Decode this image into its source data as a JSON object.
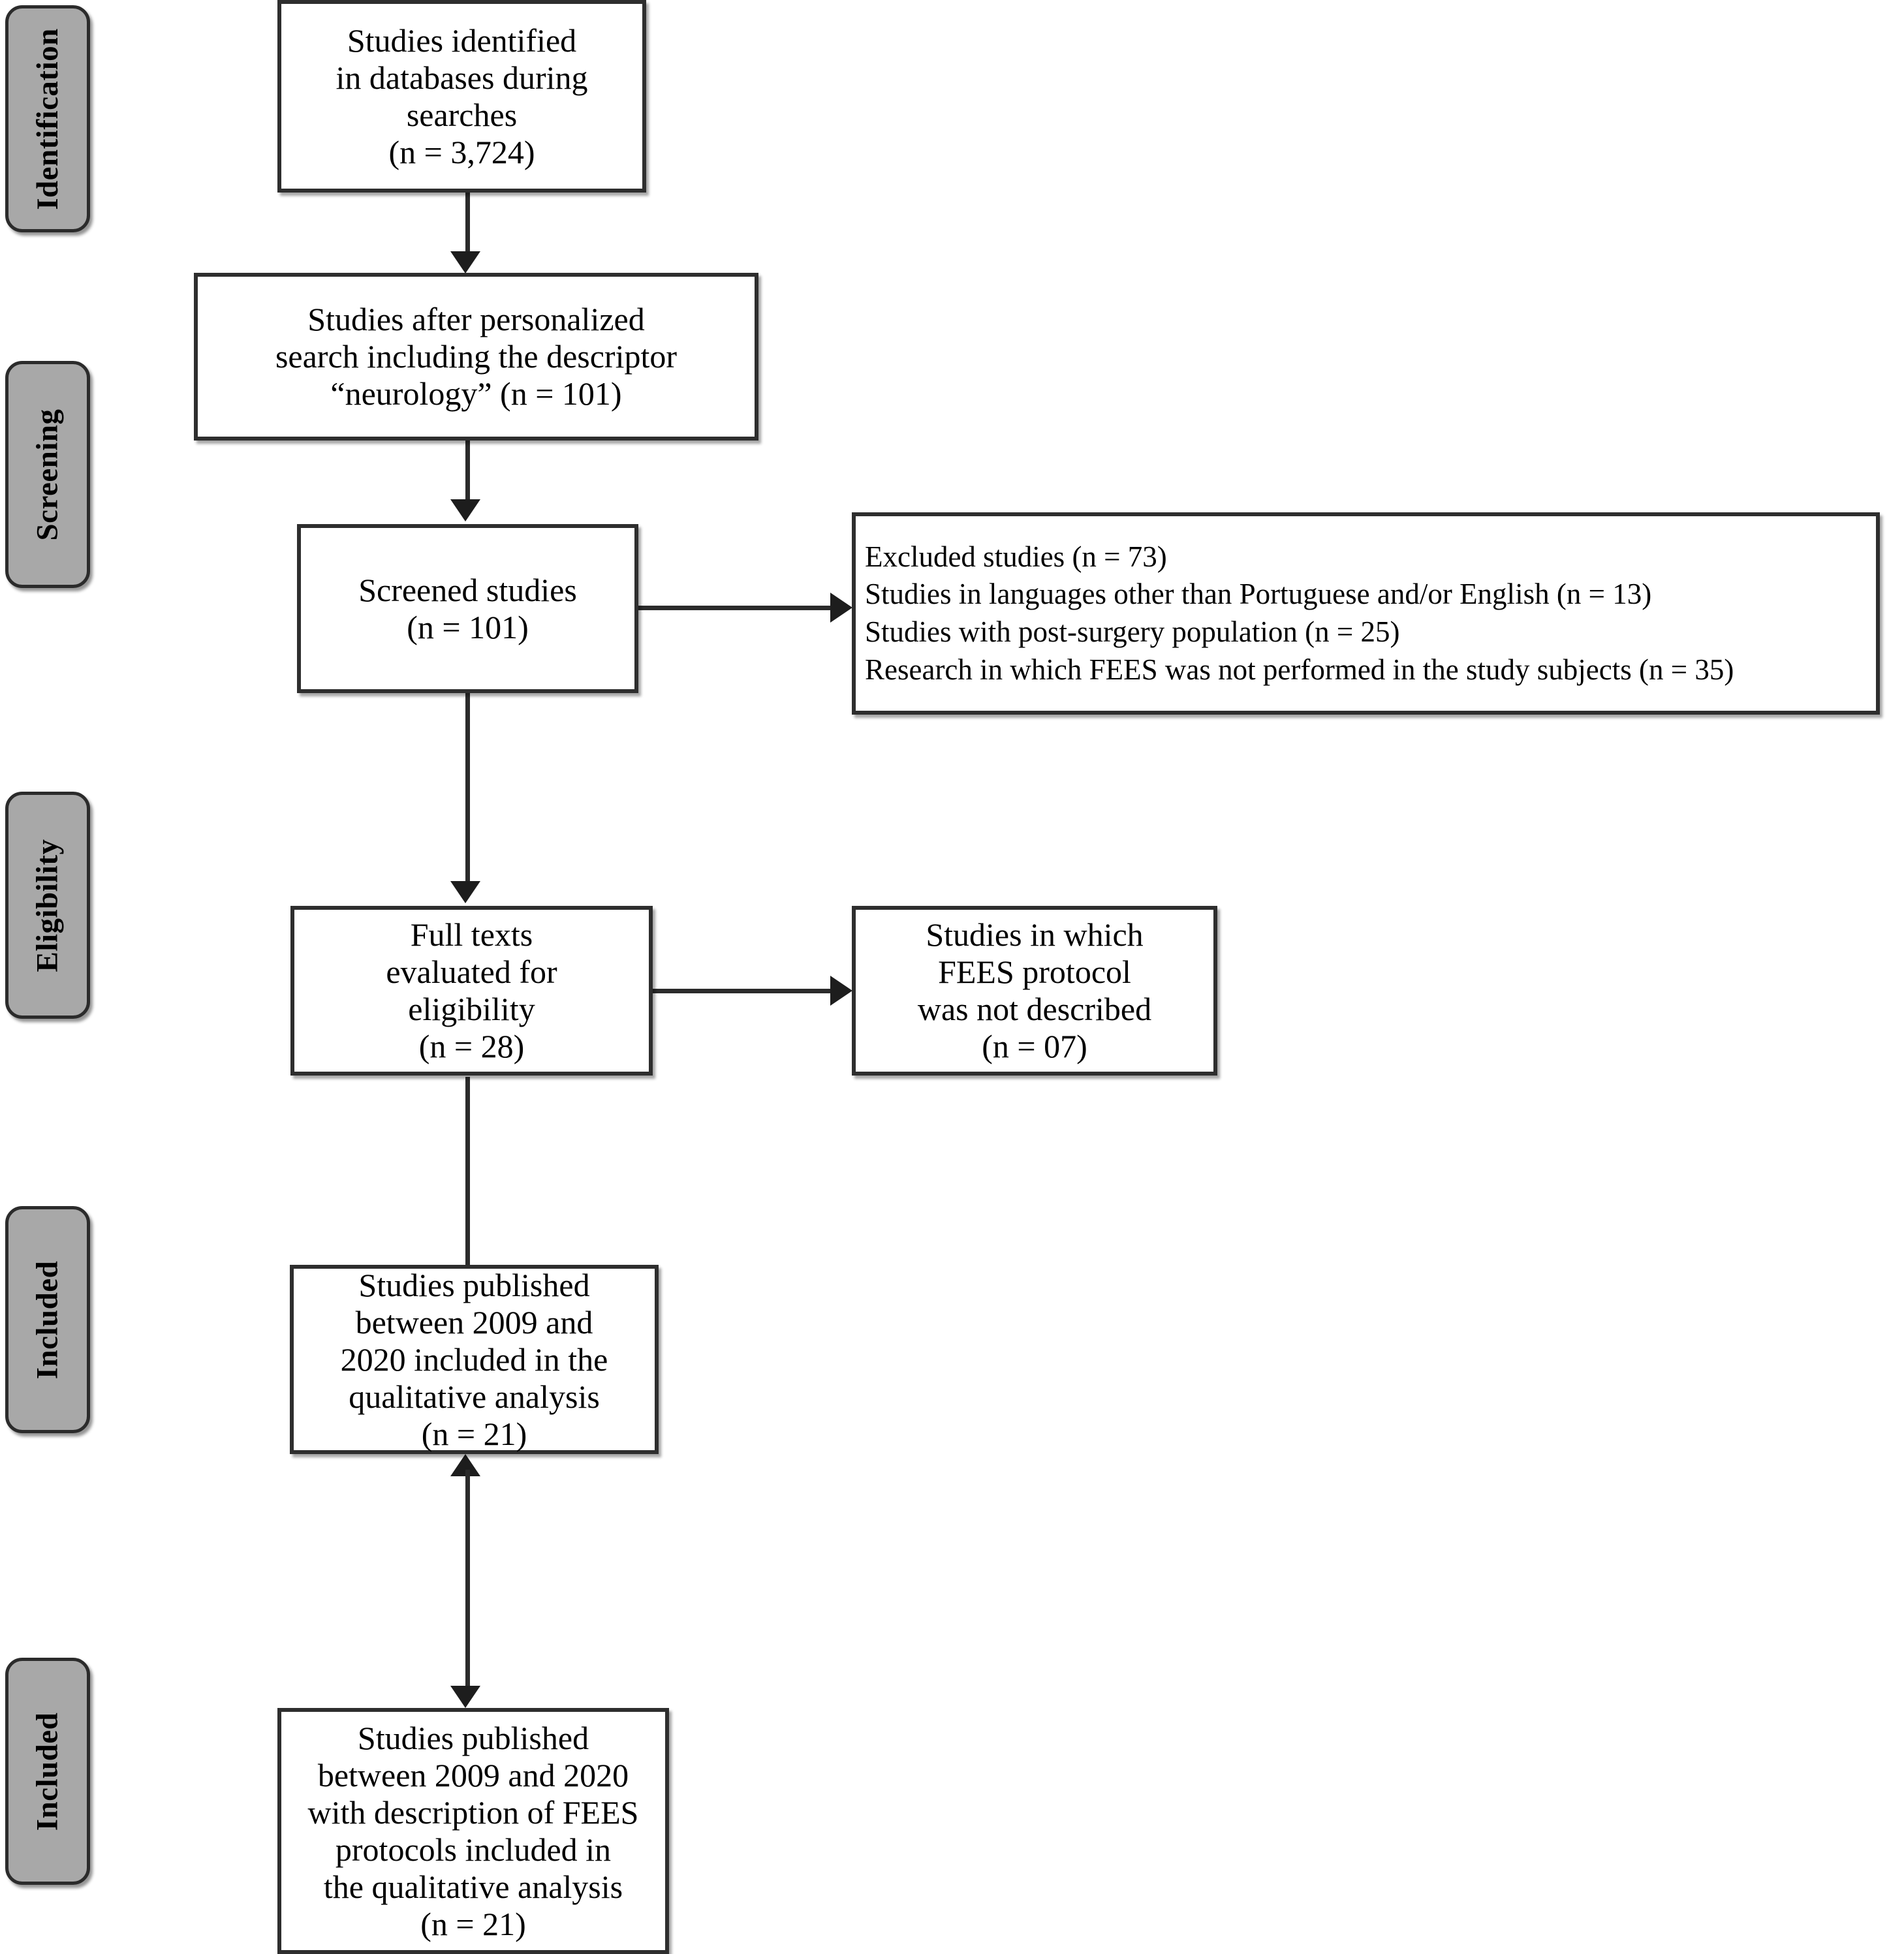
{
  "diagram": {
    "type": "prisma-flow-diagram",
    "title": "PRISMA study selection flow",
    "colors": {
      "stage_tab_fill": "#a8a8a8",
      "stage_tab_border": "#2b2b2b",
      "box_border": "#2e2e2e",
      "box_fill": "#ffffff",
      "connector": "#2b2b2b",
      "text": "#000000"
    }
  },
  "stages": [
    {
      "id": "identification",
      "label": "Identification"
    },
    {
      "id": "screening",
      "label": "Screening"
    },
    {
      "id": "eligibility",
      "label": "Eligibility"
    },
    {
      "id": "included-1",
      "label": "Included"
    },
    {
      "id": "included-2",
      "label": "Included"
    }
  ],
  "boxes": {
    "identified": {
      "id": "studies-identified",
      "text": "Studies identified\nin databases during\nsearches\n(n = 3,724)",
      "n": 3724
    },
    "personalized_search": {
      "id": "studies-after-personalized-search",
      "text": "Studies after personalized\nsearch including the descriptor\n“neurology” (n = 101)",
      "n": 101
    },
    "screened": {
      "id": "screened-studies",
      "text": "Screened studies\n(n = 101)",
      "n": 101
    },
    "excluded": {
      "id": "excluded-studies",
      "lines": [
        "Excluded studies (n = 73)",
        "Studies in languages other than Portuguese and/or English (n = 13)",
        "Studies with post-surgery population (n = 25)",
        "Research in which FEES was not performed in the study subjects (n = 35)"
      ],
      "text": "Excluded studies (n = 73)\nStudies in languages other than Portuguese and/or English (n = 13)\nStudies with post-surgery population (n = 25)\nResearch in which FEES was not performed in the study subjects (n = 35)",
      "n_total": 73,
      "n_language": 13,
      "n_post_surgery": 25,
      "n_no_fees": 35
    },
    "full_texts": {
      "id": "full-texts-evaluated",
      "text": "Full texts\nevaluated for\neligibility\n(n = 28)",
      "n": 28
    },
    "no_protocol": {
      "id": "fees-protocol-not-described",
      "text": "Studies in which\nFEES protocol\nwas not described\n(n = 07)",
      "n": 7
    },
    "included_qualitative": {
      "id": "studies-included-qualitative-analysis",
      "text": "Studies published\nbetween 2009 and\n2020 included in the\nqualitative analysis\n(n = 21)",
      "n": 21
    },
    "included_protocols": {
      "id": "studies-with-fees-protocols-included",
      "text": "Studies published\nbetween 2009 and 2020\nwith description of FEES\nprotocols included in\nthe qualitative analysis\n(n = 21)",
      "n": 21
    }
  }
}
